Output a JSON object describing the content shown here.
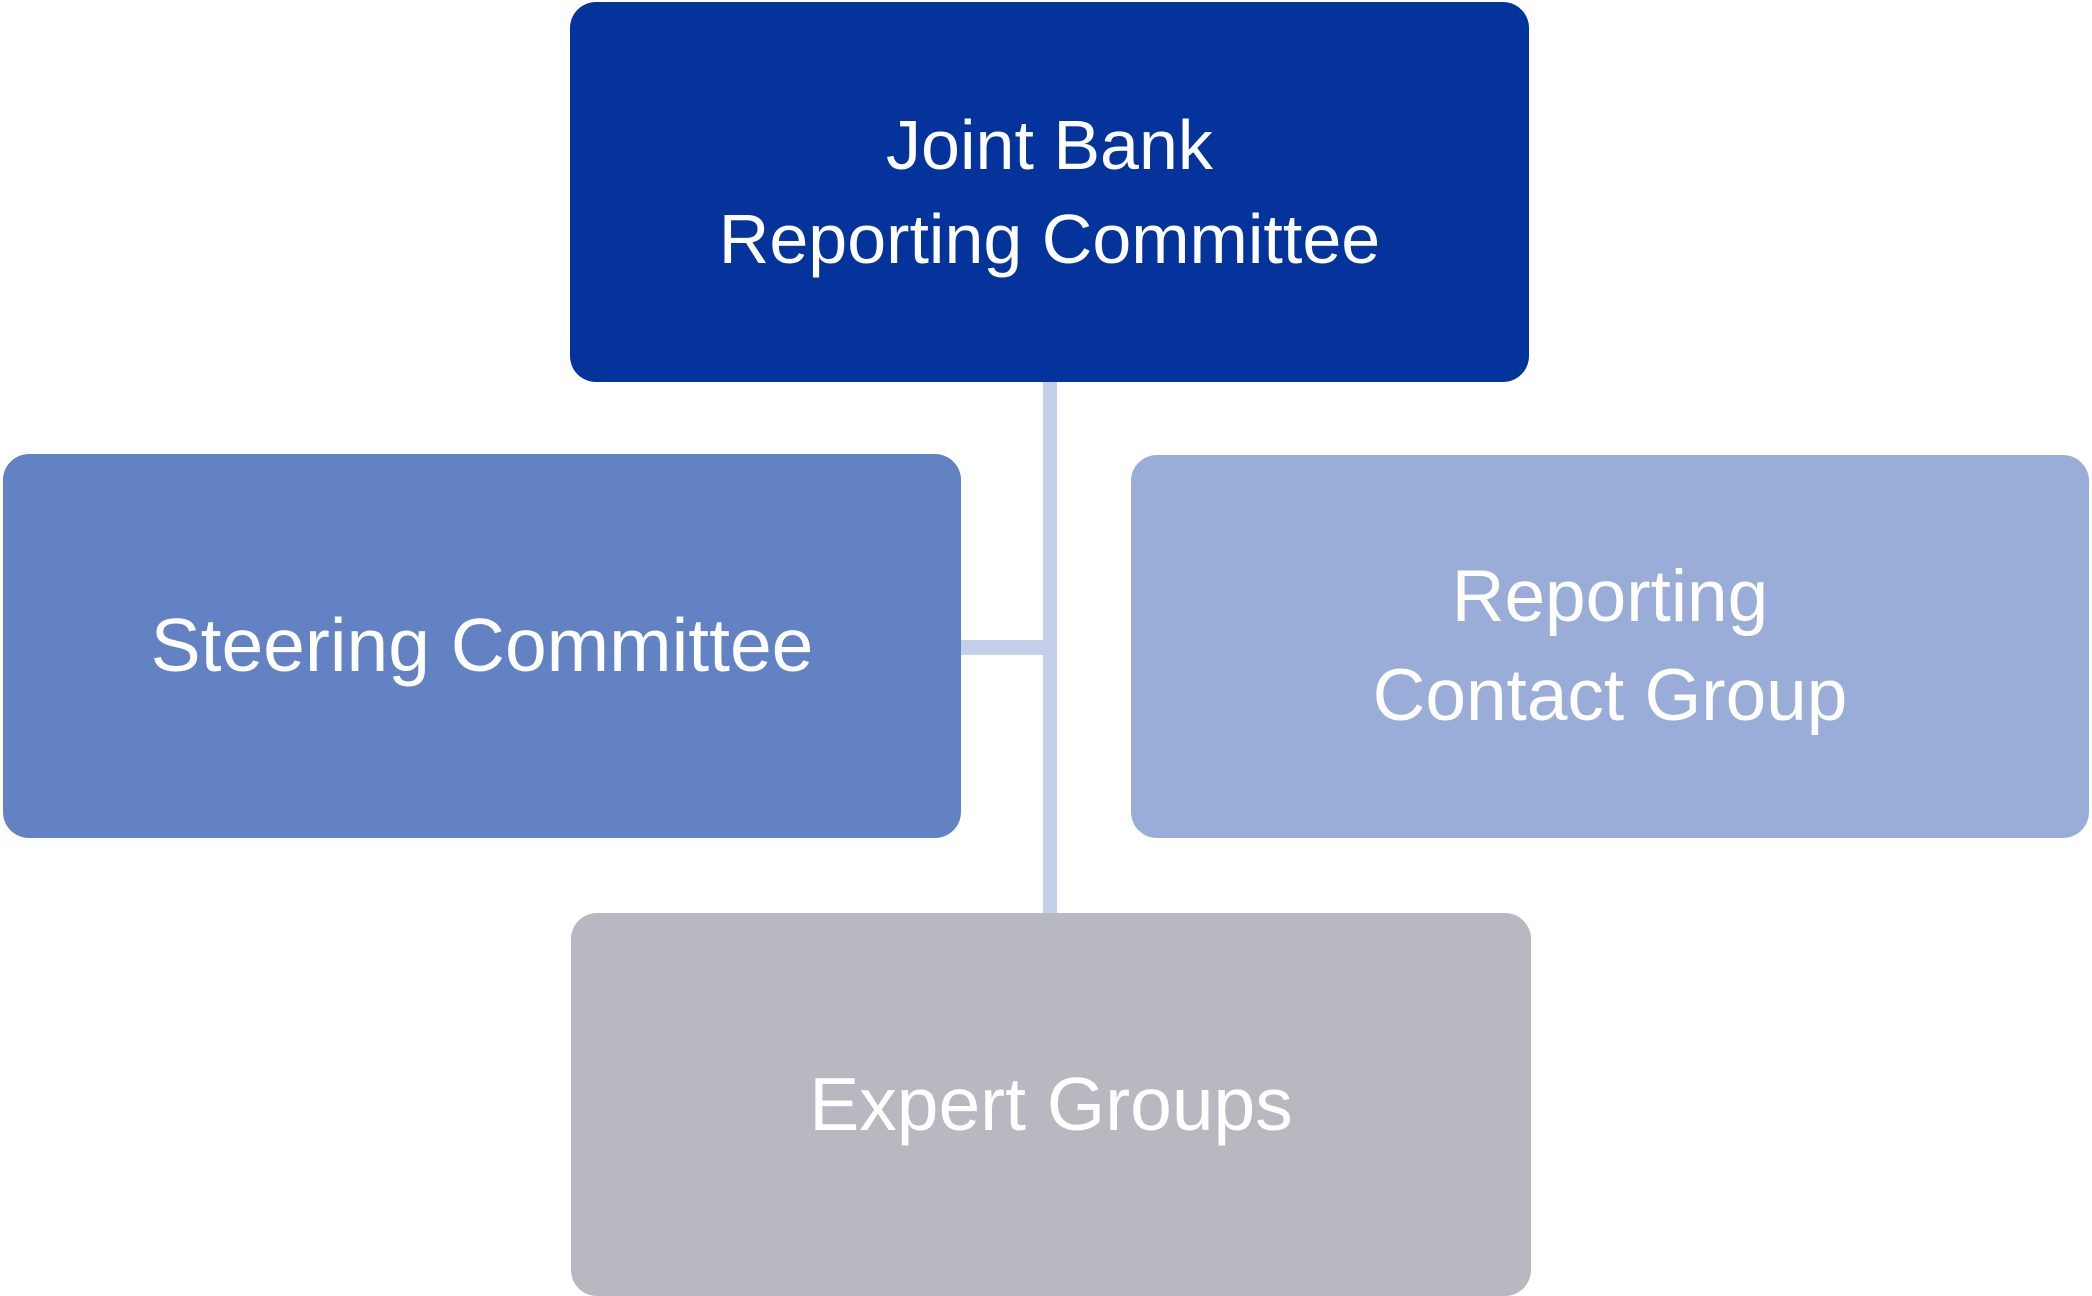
{
  "diagram": {
    "type": "org-chart",
    "background_color": "#FFFFFF",
    "text_color": "#FFFFFF",
    "connector_color": "#C4CFE9",
    "nodes": {
      "jbrc": {
        "line1": "Joint Bank",
        "line2": "Reporting Committee",
        "color": "#03339B"
      },
      "steering": {
        "line1": "Steering Committee",
        "color": "#6282C4"
      },
      "rcg": {
        "line1": "Reporting",
        "line2": "Contact Group",
        "color": "#9AADD8"
      },
      "expert": {
        "line1": "Expert Groups",
        "color": "#B8B8C1"
      }
    },
    "edges": [
      {
        "from": "Joint Bank Reporting Committee",
        "to": "Steering Committee"
      },
      {
        "from": "Joint Bank Reporting Committee",
        "to": "Expert Groups"
      }
    ]
  }
}
